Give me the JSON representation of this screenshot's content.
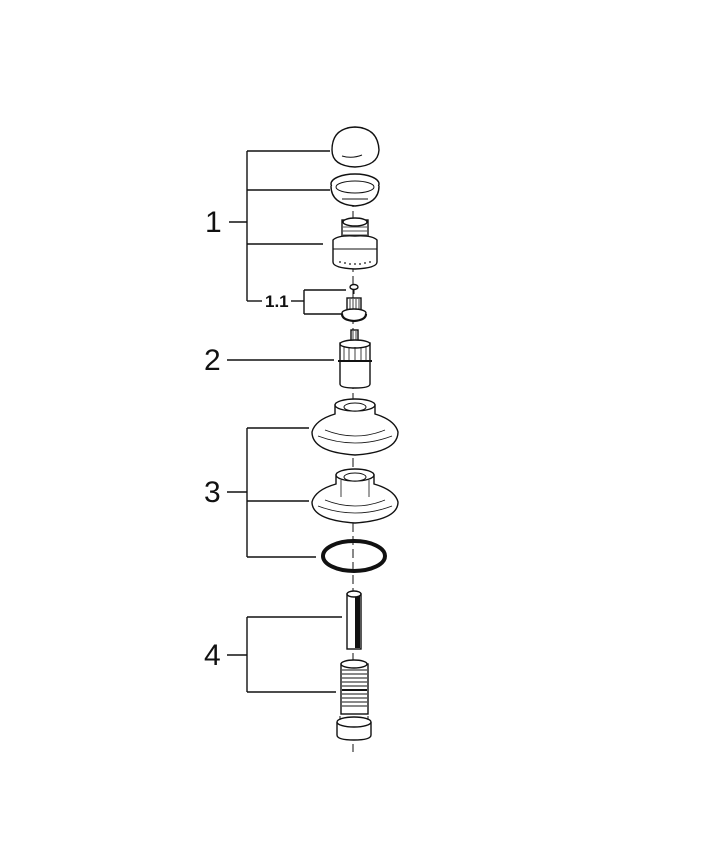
{
  "diagram": {
    "type": "exploded-parts-view",
    "subject": "faucet cartridge / handle assembly",
    "background": "#ffffff",
    "line_color": "#111111",
    "callouts": [
      {
        "id": "1",
        "label": "1",
        "parts": [
          "cap",
          "retaining-ring",
          "handle-adapter",
          "sub-assembly-1.1"
        ]
      },
      {
        "id": "1.1",
        "label": "1.1",
        "parts": [
          "screw",
          "spline-adapter"
        ]
      },
      {
        "id": "2",
        "label": "2",
        "parts": [
          "cartridge"
        ]
      },
      {
        "id": "3",
        "label": "3",
        "parts": [
          "escutcheon-upper",
          "escutcheon-lower",
          "o-ring"
        ]
      },
      {
        "id": "4",
        "label": "4",
        "parts": [
          "extension-pin",
          "threaded-extension"
        ]
      }
    ]
  }
}
